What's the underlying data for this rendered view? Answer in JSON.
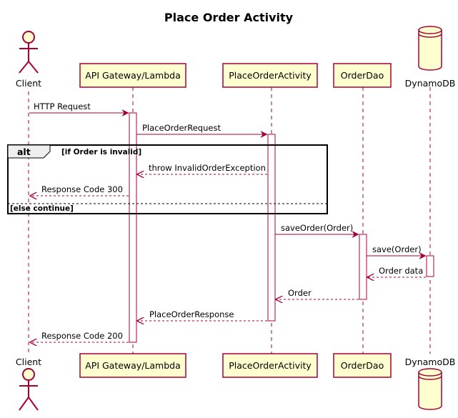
{
  "diagram": {
    "title": "Place Order Activity",
    "participants": {
      "client": "Client",
      "gateway": "API Gateway/Lambda",
      "activity": "PlaceOrderActivity",
      "dao": "OrderDao",
      "db": "DynamoDB"
    },
    "messages": {
      "m1": "HTTP Request",
      "m2": "PlaceOrderRequest",
      "m3": "throw InvalidOrderException",
      "m4": "Response Code 300",
      "m5": "saveOrder(Order)",
      "m6": "save(Order)",
      "m7": "Order data",
      "m8": "Order",
      "m9": "PlaceOrderResponse",
      "m10": "Response Code 200"
    },
    "fragment": {
      "keyword": "alt",
      "guard1": "[if Order is invalid]",
      "guard2": "[else continue]"
    },
    "colors": {
      "line": "#a80036",
      "box_fill": "#fefece",
      "activation_fill": "#ffffff"
    }
  }
}
